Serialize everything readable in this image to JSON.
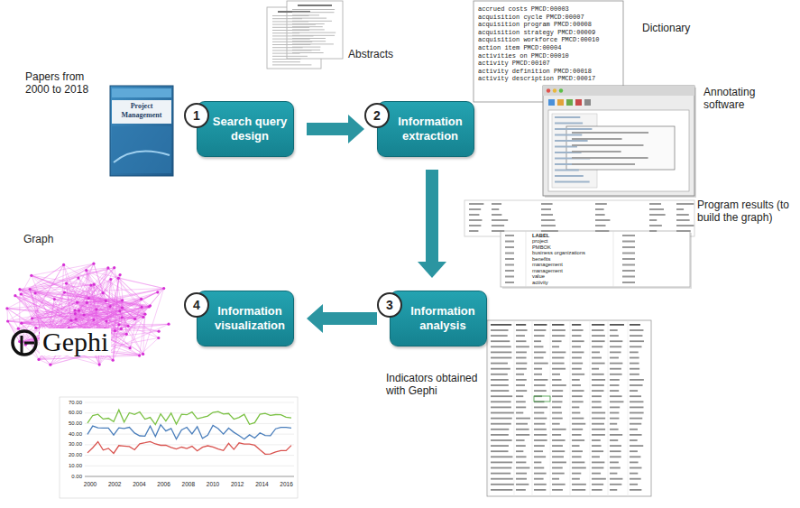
{
  "diagram": {
    "nodes": [
      {
        "text": [
          "1",
          "Search query design"
        ]
      },
      {
        "text": [
          "2",
          "Information extraction"
        ]
      },
      {
        "text": [
          "3",
          "Information analysis"
        ]
      },
      {
        "text": [
          "4",
          "Information visualization"
        ]
      }
    ],
    "edges": [
      {
        "from": 0,
        "to": 1,
        "arrow": "to"
      },
      {
        "from": 1,
        "to": 2,
        "arrow": "to"
      },
      {
        "from": 2,
        "to": 3,
        "arrow": "to"
      }
    ],
    "labels": [
      "Papers from 2000 to 2018",
      "Project Management",
      "Abstracts",
      "accrued costs PMCD:00003",
      "acquisition cycle PMCD:00007",
      "acquisition program PMCD:00008",
      "acquisition strategy PMCD:00009",
      "acquisition workforce PMCD:00010",
      "action item PMCD:00004",
      "activities on PMCD:00010",
      "activity PMCD:00107",
      "activity definition PMCD:00018",
      "activity description PMCD:00017",
      "Dictionary",
      "Annotating software",
      "Program results (to build the graph)",
      "LABEL",
      "project",
      "PMBOK",
      "business organizations",
      "benefits",
      "management",
      "management",
      "value",
      "activity",
      "Graph",
      "Gephi",
      "70.00",
      "60.00",
      "50.00",
      "40.00",
      "30.00",
      "20.00",
      "10.00",
      "0.00",
      "2000",
      "2002",
      "2004",
      "2006",
      "2008",
      "2010",
      "2012",
      "2014",
      "2016",
      "Indicators obtained with Gephi"
    ]
  }
}
